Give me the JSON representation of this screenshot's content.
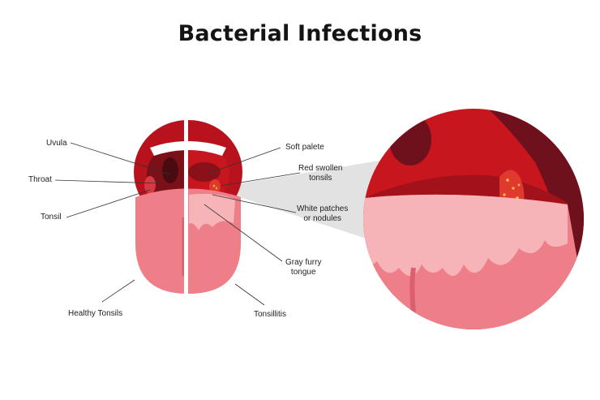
{
  "title": "Bacterial Infections",
  "labels": {
    "uvula": "Uvula",
    "throat": "Throat",
    "tonsil": "Tonsil",
    "healthy_tonsils": "Healthy Tonsils",
    "soft_palete": "Soft palete",
    "red_swollen_1": "Red swollen",
    "red_swollen_2": "tonsils",
    "white_patches_1": "White patches",
    "white_patches_2": "or nodules",
    "gray_furry_1": "Gray furry",
    "gray_furry_2": "tongue",
    "tonsillitis": "Tonsillitis"
  },
  "colors": {
    "lip": "#b8131c",
    "mouth_dark": "#7b1019",
    "throat_dark": "#5a0e14",
    "teeth": "#ffffff",
    "tongue": "#ee7f88",
    "tongue_light": "#f7b4b8",
    "inflamed": "#d7262b",
    "pus": "#f4c542",
    "zoom_beam": "#e2e2e2",
    "leader_line": "#333333"
  },
  "icons": [
    "mouth-healthy-illustration",
    "mouth-tonsillitis-illustration",
    "magnified-throat-illustration"
  ]
}
